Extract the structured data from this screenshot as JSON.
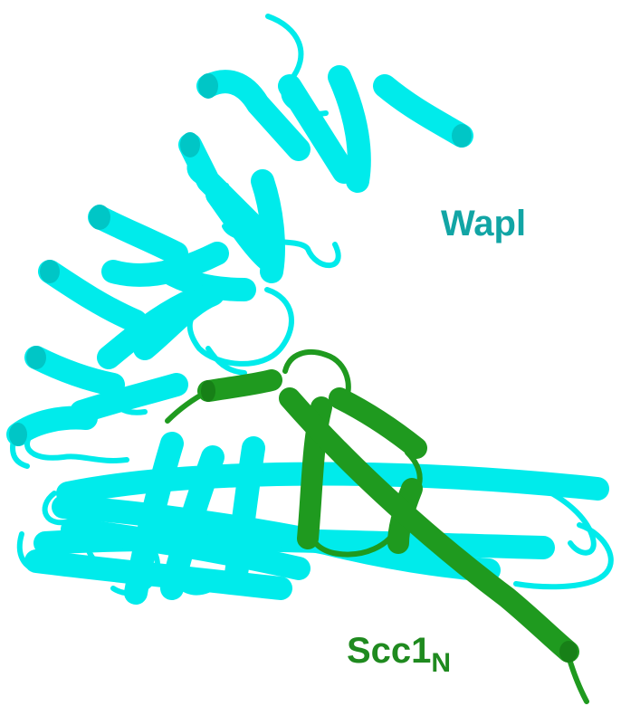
{
  "labels": {
    "wapl": "Wapl",
    "scc1": "Scc1",
    "scc1_sub": "N"
  },
  "colors": {
    "wapl": "#00EBEB",
    "wapl_label": "#12A5A5",
    "scc1": "#1F9A1F",
    "scc1_label": "#1F8A1F"
  }
}
